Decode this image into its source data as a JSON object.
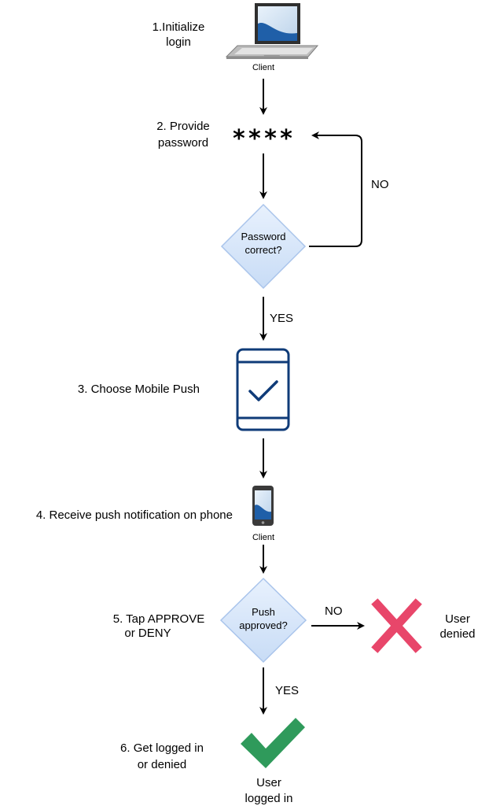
{
  "steps": {
    "s1": {
      "line1": "1.Initialize",
      "line2": "login"
    },
    "s2": {
      "line1": "2. Provide",
      "line2": "password"
    },
    "s3": {
      "line1": "3. Choose Mobile Push"
    },
    "s4": {
      "line1": "4. Receive push notification on phone"
    },
    "s5": {
      "line1": "5. Tap APPROVE",
      "line2": "or DENY"
    },
    "s6": {
      "line1": "6. Get logged in",
      "line2": "or denied"
    }
  },
  "icons": {
    "laptop": {
      "icon": "laptop-icon",
      "caption": "Client"
    },
    "password": {
      "icon": "password-asterisks-icon",
      "text": "****"
    },
    "mobile": {
      "icon": "mobile-check-icon",
      "color": "#0f3b78"
    },
    "phone": {
      "icon": "smartphone-icon",
      "caption": "Client"
    },
    "denied": {
      "icon": "red-x-icon",
      "color": "#e8466a",
      "line1": "User",
      "line2": "denied"
    },
    "approved": {
      "icon": "green-check-icon",
      "color": "#2f9a5b",
      "line1": "User",
      "line2": "logged in"
    }
  },
  "decisions": {
    "password": {
      "line1": "Password",
      "line2": "correct?",
      "yes": "YES",
      "no": "NO"
    },
    "push": {
      "line1": "Push",
      "line2": "approved?",
      "yes": "YES",
      "no": "NO"
    }
  },
  "colors": {
    "diamond_fill": "#dae8fc",
    "diamond_stroke": "#a9c4eb",
    "arrow": "#000000"
  }
}
